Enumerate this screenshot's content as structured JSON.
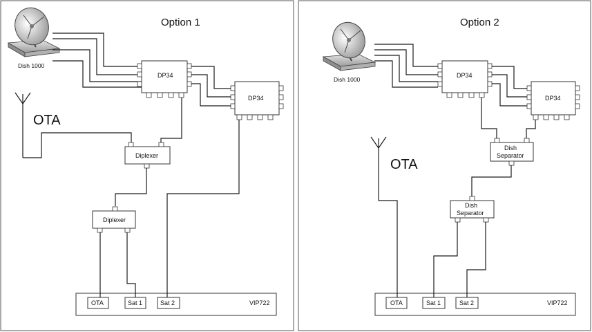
{
  "panels": [
    {
      "title": "Option 1",
      "dish_label": "Dish 1000",
      "ota_label": "OTA",
      "switch_a_label": "DP34",
      "switch_b_label": "DP34",
      "combiner_a_label": "Diplexer",
      "combiner_b_label": "Diplexer",
      "receiver": {
        "model": "VIP722",
        "ports": [
          "OTA",
          "Sat 1",
          "Sat 2"
        ]
      }
    },
    {
      "title": "Option 2",
      "dish_label": "Dish 1000",
      "ota_label": "OTA",
      "switch_a_label": "DP34",
      "switch_b_label": "DP34",
      "combiner_a_label": [
        "Dish",
        "Separator"
      ],
      "combiner_b_label": [
        "Dish",
        "Separator"
      ],
      "receiver": {
        "model": "VIP722",
        "ports": [
          "OTA",
          "Sat 1",
          "Sat 2"
        ]
      }
    }
  ],
  "colors": {
    "line": "#1a1a1a",
    "frame": "#555555",
    "dish_base": "#c8c8c8"
  }
}
